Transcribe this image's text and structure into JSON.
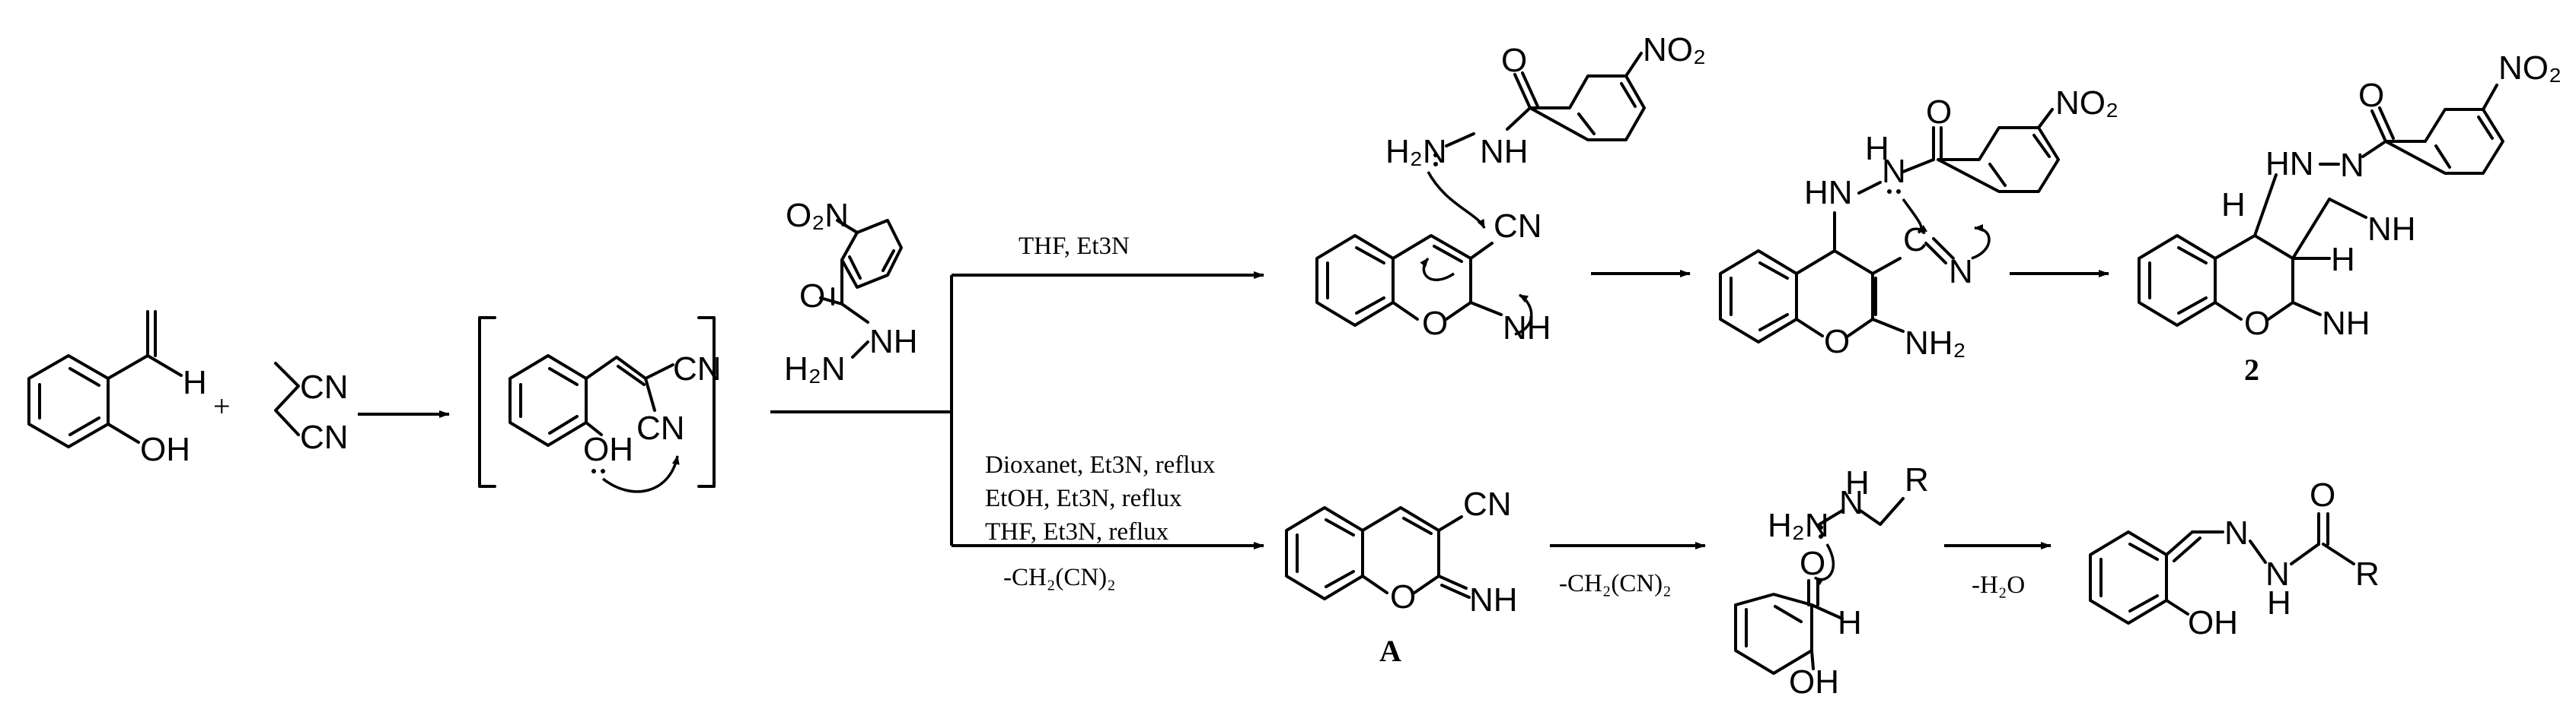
{
  "reagents": {
    "salicylaldehyde": {
      "aldehyde_h": "H",
      "hydroxyl": "OH"
    },
    "plus": "+",
    "malononitrile": {
      "cn_top": "CN",
      "cn_bottom": "CN"
    },
    "intermediate": {
      "cn_right": "CN",
      "cn_bottom": "CN",
      "oh": "OH"
    },
    "hydrazide": {
      "no2": "O₂N",
      "nh": "NH",
      "h2n": "H₂N"
    }
  },
  "upper_path": {
    "conditions": "THF, Et3N",
    "m1": {
      "h2n": "H₂N",
      "nh": "NH",
      "o": "O",
      "no2": "NO₂",
      "cn": "CN",
      "ring_o": "O",
      "nh_imine": "NH"
    },
    "m2": {
      "hn": "HN",
      "n": "N",
      "h": "H",
      "o": "O",
      "no2": "NO₂",
      "c": "C",
      "n_nitrile": "N",
      "ring_o": "O",
      "nh2": "NH₂"
    },
    "product": {
      "label": "2",
      "hn": "HN",
      "n": "N",
      "h_left": "H",
      "h_right": "H",
      "nh": "NH",
      "o": "O",
      "no2": "NO₂",
      "ring_o": "O",
      "nh_imine": "NH"
    }
  },
  "lower_path": {
    "conditions": [
      "Dioxanet, Et3N, reflux",
      "EtOH, Et3N, reflux",
      "THF, Et3N, reflux"
    ],
    "loss1": "-CH₂(CN)₂",
    "chromene": {
      "label": "A",
      "cn": "CN",
      "ring_o": "O",
      "nh": "NH"
    },
    "loss2": "-CH₂(CN)₂",
    "hydrazine": {
      "r": "R",
      "h2n": "H₂N",
      "n": "N",
      "h": "H",
      "o": "O",
      "oh": "OH"
    },
    "loss3": "-H₂O",
    "hydrazone": {
      "n": "N",
      "nh": "N",
      "h": "H",
      "o": "O",
      "r": "R",
      "oh": "OH"
    }
  }
}
